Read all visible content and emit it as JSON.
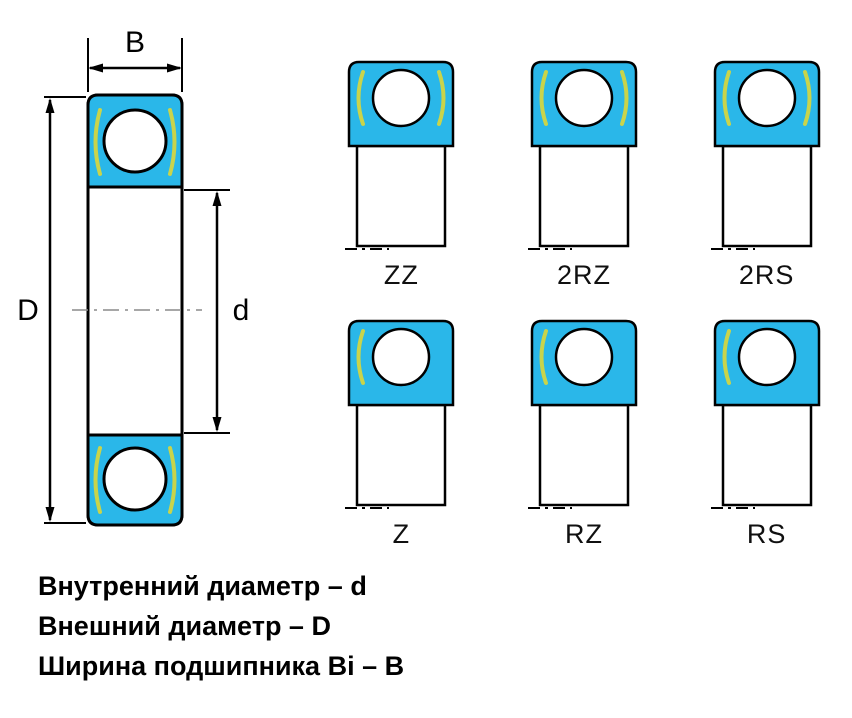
{
  "diagram": {
    "dims": {
      "width": "B",
      "outer": "D",
      "inner": "d"
    },
    "variants": [
      {
        "label": "ZZ"
      },
      {
        "label": "2RZ"
      },
      {
        "label": "2RS"
      },
      {
        "label": "Z"
      },
      {
        "label": "RZ"
      },
      {
        "label": "RS"
      }
    ],
    "colors": {
      "bearing": "#2ab7e9",
      "seal": "#c9d44b",
      "ink": "#000000"
    }
  },
  "legend": {
    "line1": "Внутренний диаметр – d",
    "line2": "Внешний диаметр – D",
    "line3": "Ширина подшипника Bi – B"
  }
}
